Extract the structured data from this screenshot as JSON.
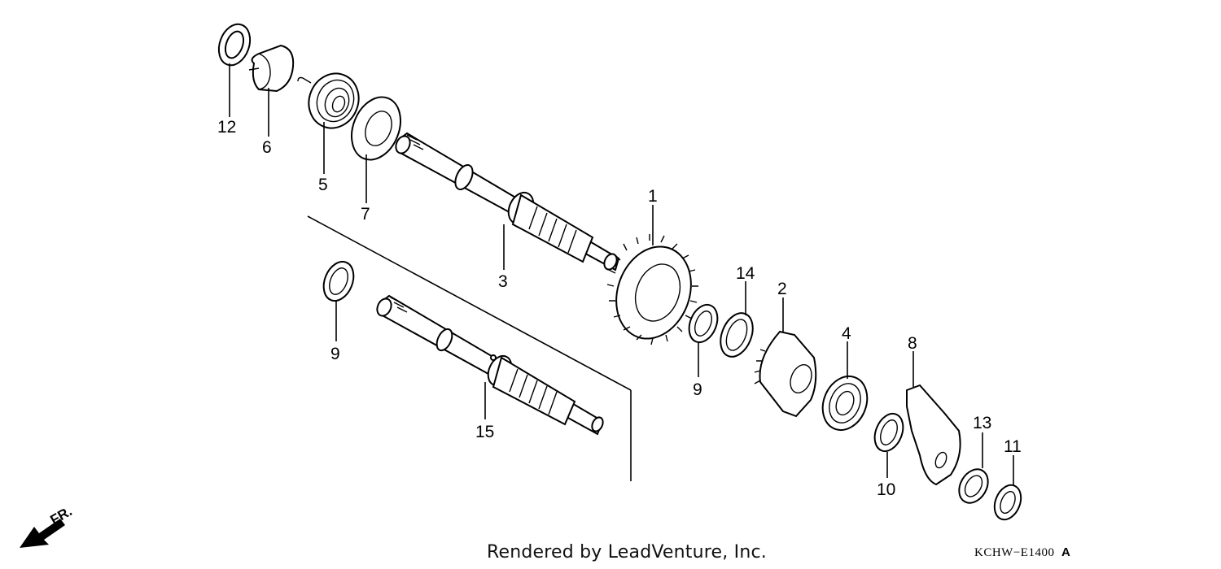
{
  "diagram": {
    "callouts": [
      {
        "id": "c12",
        "text": "12"
      },
      {
        "id": "c6",
        "text": "6"
      },
      {
        "id": "c5",
        "text": "5"
      },
      {
        "id": "c7",
        "text": "7"
      },
      {
        "id": "c3",
        "text": "3"
      },
      {
        "id": "c1",
        "text": "1"
      },
      {
        "id": "c14",
        "text": "14"
      },
      {
        "id": "c2",
        "text": "2"
      },
      {
        "id": "c4",
        "text": "4"
      },
      {
        "id": "c8",
        "text": "8"
      },
      {
        "id": "c9a",
        "text": "9"
      },
      {
        "id": "c9b",
        "text": "9"
      },
      {
        "id": "c15",
        "text": "15"
      },
      {
        "id": "c10",
        "text": "10"
      },
      {
        "id": "c13",
        "text": "13"
      },
      {
        "id": "c11",
        "text": "11"
      }
    ],
    "direction_label": "FR.",
    "credit": "Rendered by LeadVenture, Inc.",
    "diagram_code": "KCHW−E1400",
    "diagram_variant": "A"
  }
}
